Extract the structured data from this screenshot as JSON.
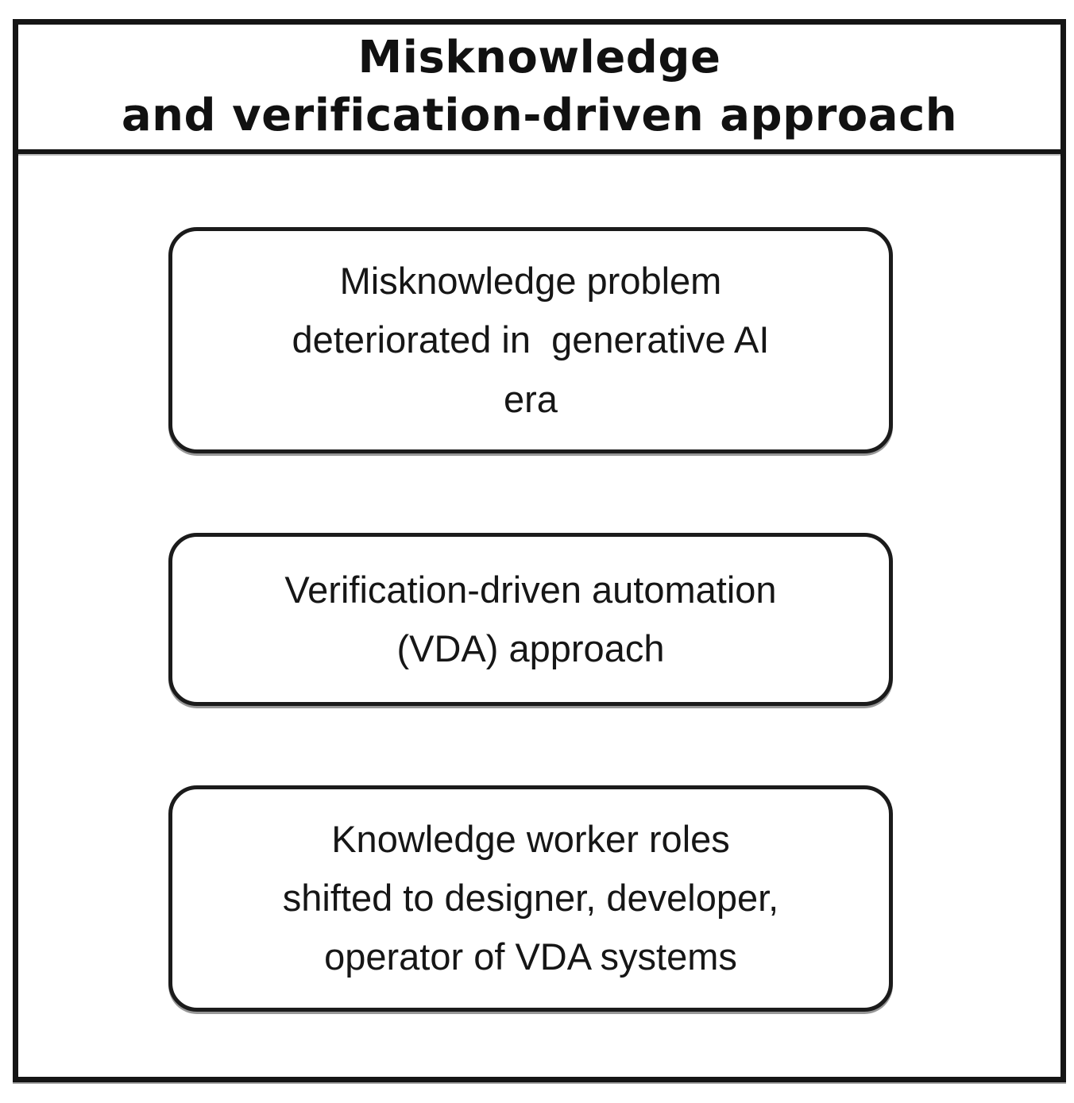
{
  "diagram": {
    "title": "Misknowledge\nand verification-driven approach",
    "boxes": [
      {
        "text": "Misknowledge problem\ndeteriorated in  generative AI\nera"
      },
      {
        "text": "Verification-driven automation\n(VDA) approach"
      },
      {
        "text": "Knowledge worker roles\nshifted to designer, developer,\noperator of VDA systems"
      }
    ],
    "colors": {
      "border": "#151515",
      "text": "#161616",
      "background": "#ffffff"
    }
  }
}
